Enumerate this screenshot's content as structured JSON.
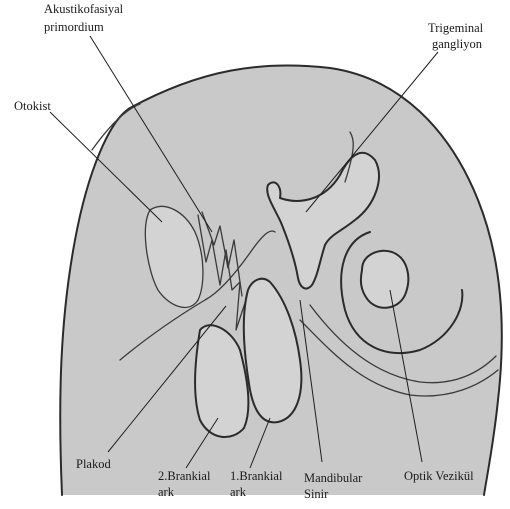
{
  "colors": {
    "background": "#ffffff",
    "embryo_fill": "#c9c9c9",
    "structure_fill": "#d3d3d3",
    "stroke": "#2b2b2b"
  },
  "labels": {
    "akustikofasiyal_line1": "Akustikofasiyal",
    "akustikofasiyal_line2": "primordium",
    "trigeminal_line1": "Trigeminal",
    "trigeminal_line2": "gangliyon",
    "otokist": "Otokist",
    "plakod": "Plakod",
    "brankial2_line1": "2.Brankial",
    "brankial2_line2": "ark",
    "brankial1_line1": "1.Brankial",
    "brankial1_line2": "ark",
    "mandibular_line1": "Mandibular",
    "mandibular_line2": "Sinir",
    "optik": "Optik Vezikül"
  }
}
